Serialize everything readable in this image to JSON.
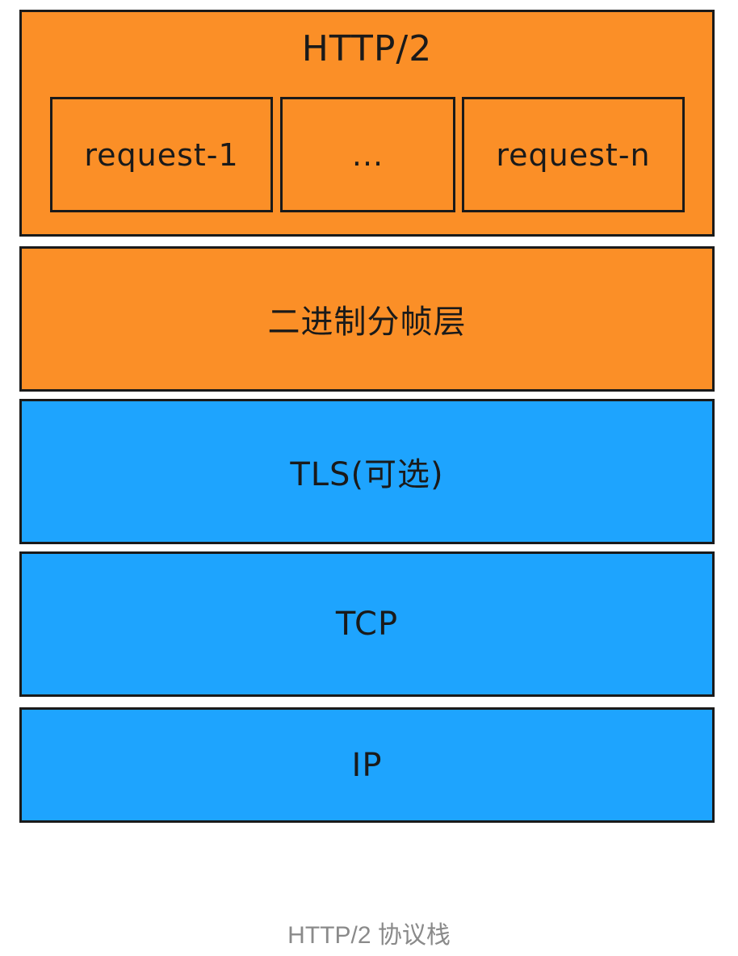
{
  "diagram": {
    "layers": {
      "http2": {
        "label": "HTTP/2",
        "requests": [
          "request-1",
          "...",
          "request-n"
        ]
      },
      "binary_framing": {
        "label": "二进制分帧层"
      },
      "tls": {
        "label": "TLS(可选)"
      },
      "tcp": {
        "label": "TCP"
      },
      "ip": {
        "label": "IP"
      }
    },
    "caption": "HTTP/2 协议栈"
  },
  "colors": {
    "application_layers": "#fb8f27",
    "transport_layers": "#1ea4fe",
    "border": "#1a1a1a",
    "caption": "#8a8a8a"
  }
}
